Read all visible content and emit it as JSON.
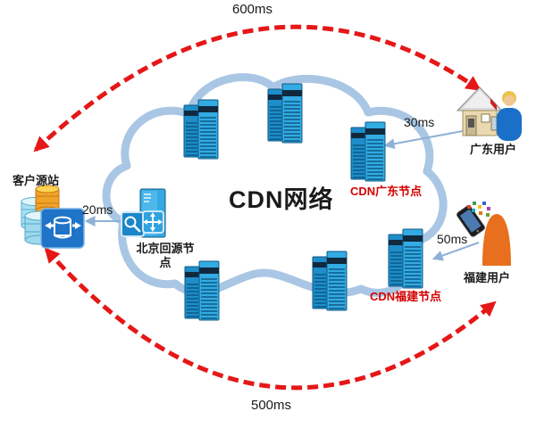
{
  "diagram_title": "CDN网络",
  "nodes": {
    "origin": "客户源站",
    "beijing": "北京回源节点",
    "guangdong_node": "CDN广东节点",
    "fujian_node": "CDN福建节点",
    "guangdong_user": "广东用户",
    "fujian_user": "福建用户"
  },
  "latencies": {
    "direct_top": "600ms",
    "direct_bottom": "500ms",
    "guangdong": "30ms",
    "fujian": "50ms",
    "origin_fetch": "20ms"
  },
  "colors": {
    "dashed_arrow": "#e61717",
    "node_label": "#d40000",
    "cloud_outline": "#a9c7e4",
    "server": "#2fa8e1",
    "link_arrow": "#8fb1d6",
    "text": "#1a1a1a"
  }
}
